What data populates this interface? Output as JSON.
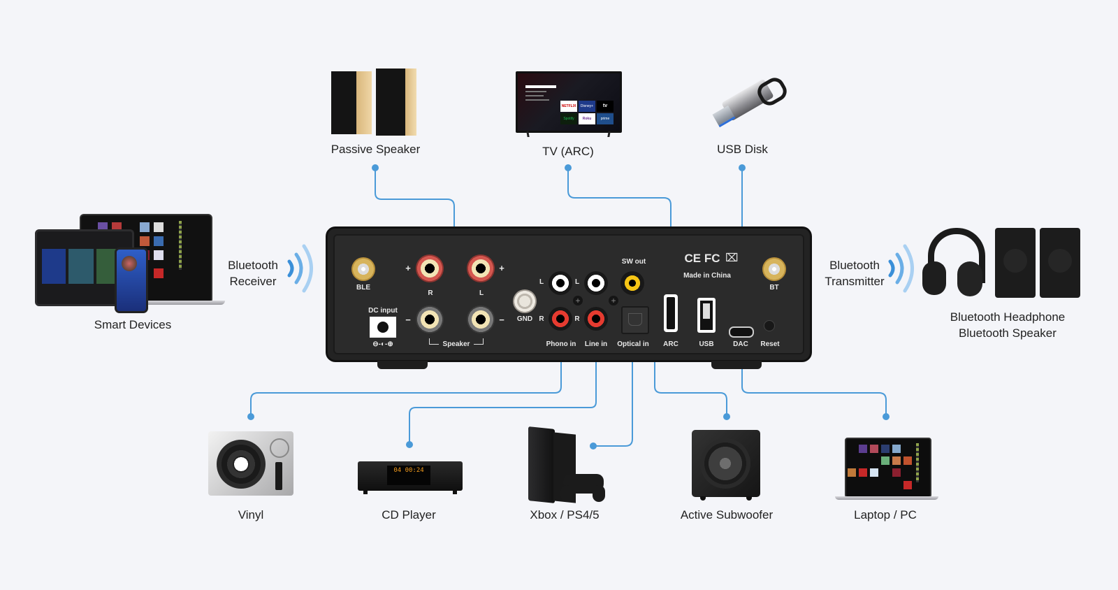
{
  "diagram": {
    "title": "Amplifier rear-panel connection diagram",
    "accent_color": "#4a9ad8",
    "devices": {
      "passive_speaker": {
        "label": "Passive Speaker",
        "icon": "bookshelf-speakers-icon"
      },
      "tv": {
        "label": "TV (ARC)",
        "icon": "tv-icon"
      },
      "usb_disk": {
        "label": "USB Disk",
        "icon": "usb-drive-icon"
      },
      "smart_devices": {
        "label": "Smart Devices",
        "icon": "laptop-tablet-phone-icon"
      },
      "bt_receiver": {
        "line1": "Bluetooth",
        "line2": "Receiver",
        "icon": "bluetooth-waves-icon"
      },
      "bt_transmitter": {
        "line1": "Bluetooth",
        "line2": "Transmitter",
        "icon": "bluetooth-waves-icon"
      },
      "bt_outputs": {
        "line1": "Bluetooth Headphone",
        "line2": "Bluetooth Speaker",
        "icon": "headphone-speakers-icon"
      },
      "vinyl": {
        "label": "Vinyl",
        "icon": "turntable-icon"
      },
      "cd_player": {
        "label": "CD Player",
        "icon": "cd-player-icon",
        "display": "04 00:24"
      },
      "console": {
        "label": "Xbox / PS4/5",
        "icon": "game-console-icon"
      },
      "subwoofer": {
        "label": "Active Subwoofer",
        "icon": "subwoofer-icon"
      },
      "laptop": {
        "label": "Laptop / PC",
        "icon": "laptop-icon"
      }
    },
    "panel": {
      "ble": "BLE",
      "bt": "BT",
      "dc_input": "DC input",
      "dc_polarity": "⊖-◐-⊕",
      "plus": "+",
      "minus": "−",
      "r": "R",
      "l": "L",
      "speaker": "Speaker",
      "gnd": "GND",
      "sw_out": "SW out",
      "phono_in": "Phono in",
      "line_in": "Line in",
      "optical_in": "Optical in",
      "arc": "ARC",
      "usb": "USB",
      "dac": "DAC",
      "reset": "Reset",
      "certs": "CE  FC",
      "made_in": "Made in China"
    },
    "tv_apps": [
      "NETFLIX",
      "Disney+",
      "tv",
      "Spotify",
      "Roku",
      "prime"
    ]
  }
}
